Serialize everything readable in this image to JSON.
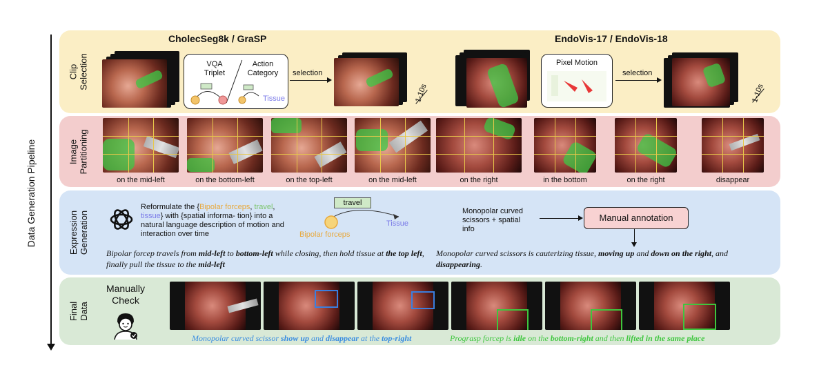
{
  "pipeline_label": "Data Generation Pipeline",
  "rows": {
    "clip_selection": "Clip\nSelection",
    "image_partitioning": "Image\nPartitioning",
    "expression_generation": "Expression\nGeneration",
    "final_data": "Final\nData"
  },
  "datasets": {
    "left": "CholecSeg8k / GraSP",
    "right": "EndoVis-17 / EndoVis-18"
  },
  "clip": {
    "vqa_triplet": "VQA\nTriplet",
    "action_category": "Action\nCategory",
    "tissue": "Tissue",
    "selection_left": "selection",
    "selection_right": "selection",
    "pixel_motion": "Pixel Motion",
    "duration_left": "1-10s",
    "duration_right": "1-10s"
  },
  "partition_captions": [
    "on the mid-left",
    "on the bottom-left",
    "on the top-left",
    "on the mid-left",
    "on the right",
    "in the bottom",
    "on the right",
    "disappear"
  ],
  "expression": {
    "prompt_pre": "Reformulate the {",
    "prompt_bipolar": "Bipolar forceps",
    "prompt_sep1": ", ",
    "prompt_travel": "travel",
    "prompt_sep2": ", ",
    "prompt_tissue": "tissue",
    "prompt_post": "} with {spatial informa- tion} into a natural language description of motion and interaction over time",
    "travel_tag": "travel",
    "bipolar_label": "Bipolar forceps",
    "tissue_label": "Tissue",
    "monopolar_info": "Monopolar curved\nscissors + spatial\ninfo",
    "manual_annotation": "Manual annotation",
    "left_desc": {
      "a": "Bipolar forcep travels from ",
      "b": "mid-left",
      "c": " to ",
      "d": "bottom-left",
      "e": " while closing, then hold tissue at ",
      "f": "the top left",
      "g": ", finally pull the tissue to the ",
      "h": "mid-left"
    },
    "right_desc": {
      "a": "Monopolar curved scissors is cauterizing tissue, ",
      "b": "moving up",
      "c": " and ",
      "d": "down on the right",
      "e": ", and ",
      "f": "disappearing",
      "g": "."
    }
  },
  "final": {
    "manually_check": "Manually\nCheck",
    "caption_left": {
      "a": "Monopolar curved scissor ",
      "b": "show up",
      "c": " and ",
      "d": "disappear",
      "e": " at the ",
      "f": "top-right"
    },
    "caption_right": {
      "a": "Prograsp forcep is ",
      "b": "idle",
      "c": " on the ",
      "d": "bottom-right",
      "e": " and then ",
      "f": "lifted in the same place"
    }
  },
  "colors": {
    "clip_bg": "#fbeec5",
    "partition_bg": "#f3cdcd",
    "expression_bg": "#d5e4f6",
    "final_bg": "#d9e9d6",
    "annotation_box": "#f8d2d2",
    "bipolar": "#e8a83a",
    "travel": "#cfe9c7",
    "tissue": "#7b7be8",
    "blue_caption": "#3a8de0",
    "green_caption": "#3ec63e"
  }
}
